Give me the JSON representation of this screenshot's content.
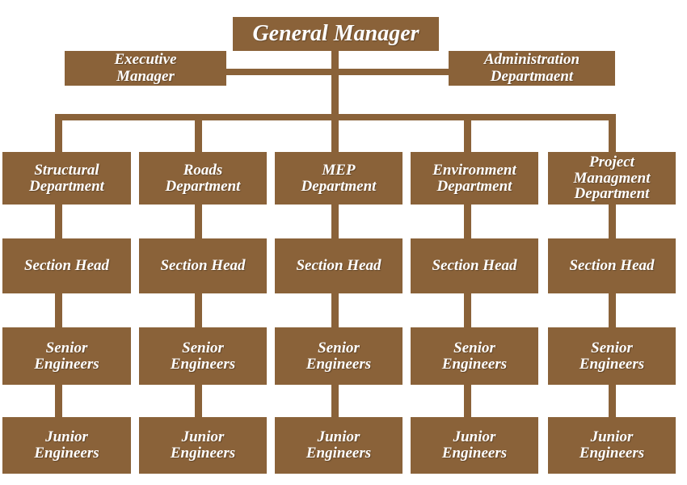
{
  "colors": {
    "box_fill": "#8A6239",
    "connector": "#8A6239",
    "text": "#FFFFFF",
    "background": "#FFFFFF"
  },
  "chart": {
    "root": {
      "label": "General Manager"
    },
    "staff_left": {
      "label": "Executive Manager"
    },
    "staff_right": {
      "label": "Administration Departmaent"
    },
    "columns": [
      {
        "department": "Structural Department",
        "section_head": "Section Head",
        "senior_engineers": "Senior Engineers",
        "junior_engineers": "Junior Engineers"
      },
      {
        "department": "Roads Department",
        "section_head": "Section Head",
        "senior_engineers": "Senior Engineers",
        "junior_engineers": "Junior Engineers"
      },
      {
        "department": "MEP Department",
        "section_head": "Section Head",
        "senior_engineers": "Senior Engineers",
        "junior_engineers": "Junior Engineers"
      },
      {
        "department": "Environment Department",
        "section_head": "Section Head",
        "senior_engineers": "Senior Engineers",
        "junior_engineers": "Junior Engineers"
      },
      {
        "department": "Project Managment Department",
        "section_head": "Section Head",
        "senior_engineers": "Senior Engineers",
        "junior_engineers": "Junior Engineers"
      }
    ]
  }
}
